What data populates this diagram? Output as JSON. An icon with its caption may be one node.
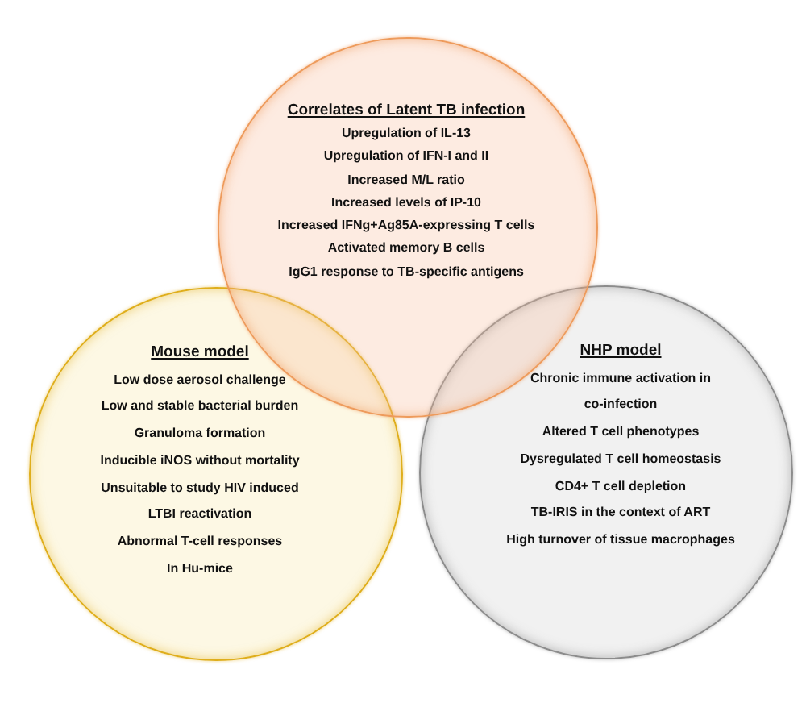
{
  "diagram": {
    "nodes": [
      {
        "text": [
          "Correlates of Latent TB infection",
          "Upregulation of IL-13",
          "Upregulation of IFN-I and II",
          "Increased M/L ratio",
          "Increased levels of IP-10",
          "Increased IFNg+Ag85A-expressing T cells",
          "Activated memory B cells",
          "IgG1 response to TB-specific antigens"
        ]
      },
      {
        "text": [
          "Mouse model",
          "Low dose aerosol challenge",
          "Low and stable bacterial burden",
          "Granuloma formation",
          "Inducible iNOS without mortality",
          "Unsuitable to study HIV induced LTBI reactivation",
          "Abnormal T-cell responses In Hu-mice"
        ]
      },
      {
        "text": [
          "NHP model",
          "Chronic immune activation in co-infection",
          "Altered T cell phenotypes",
          "Dysregulated T cell homeostasis",
          "CD4+ T cell depletion",
          "TB-IRIS in the context of ART",
          "High turnover of tissue macrophages"
        ]
      }
    ]
  }
}
